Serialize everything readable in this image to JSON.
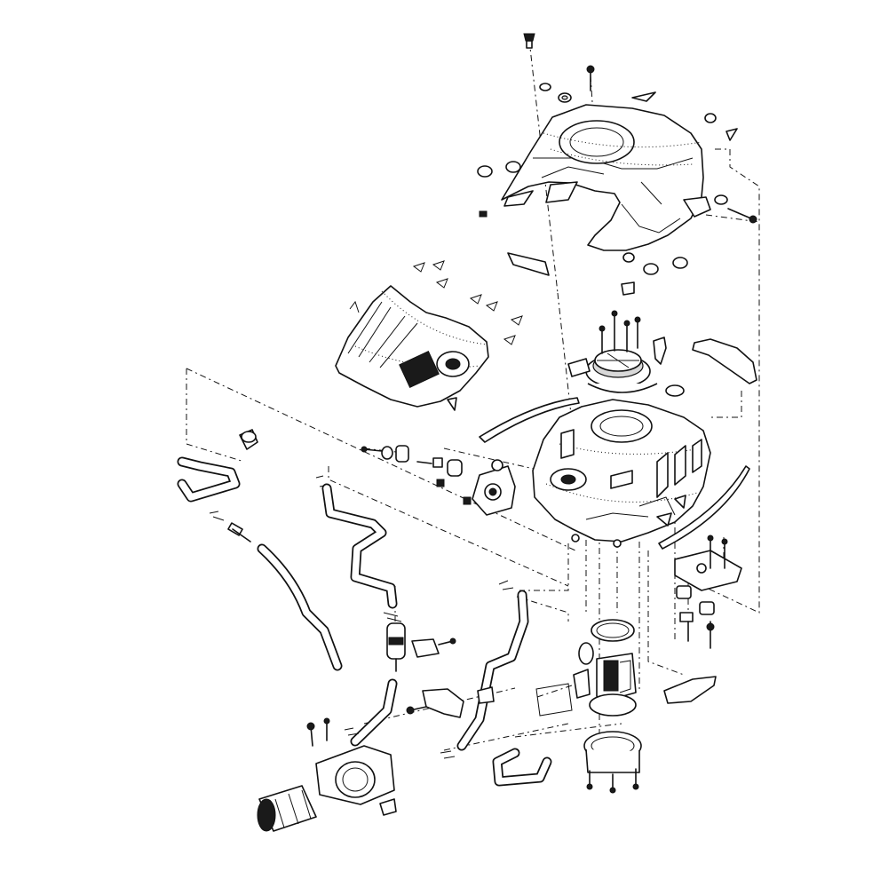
{
  "diagram": {
    "style": "exploded-parts-line-drawing",
    "background": "#ffffff",
    "line_color": "#111111",
    "parts": [
      "tank-cover-top",
      "tank-side-cover-left",
      "fuel-tank",
      "fuel-cap-assembly",
      "fuel-pump-assembly",
      "fuel-pump-gasket",
      "fuel-pump-bracket-ring",
      "canister",
      "fuel-filter",
      "breather-hose",
      "drain-hose",
      "fuel-hose",
      "tank-bracket",
      "side-trim-strip",
      "tank-pad",
      "emblem"
    ]
  }
}
